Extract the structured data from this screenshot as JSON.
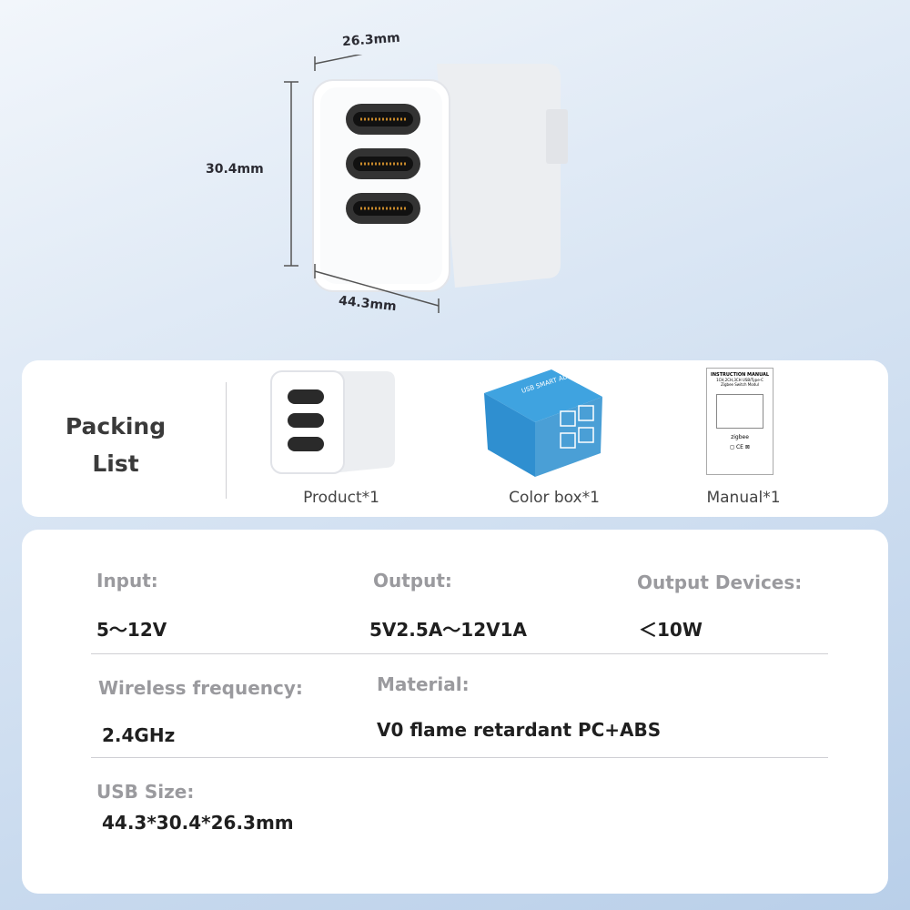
{
  "dimensions": {
    "width_label": "26.3mm",
    "height_label": "30.4mm",
    "depth_label": "44.3mm"
  },
  "packing": {
    "title_line1": "Packing",
    "title_line2": "List",
    "items": [
      {
        "caption": "Product*1"
      },
      {
        "caption": "Color box*1",
        "box_text": "USB SMART ADAPTER"
      },
      {
        "caption": "Manual*1",
        "manual_line1": "INSTRUCTION MANUAL",
        "manual_line2": "1CH,2CH,3CH USB/Type-C",
        "manual_line3": "Zigbee Switch Modul",
        "brand": "zigbee"
      }
    ]
  },
  "specs": {
    "input_label": "Input:",
    "input_value": "5～12V",
    "output_label": "Output:",
    "output_value": "5V2.5A～12V1A",
    "devices_label": "Output Devices:",
    "devices_value": "＜10W",
    "freq_label": "Wireless frequency:",
    "freq_value": "2.4GHz",
    "material_label": "Material:",
    "material_value": "V0 flame retardant PC+ABS",
    "size_label": "USB Size:",
    "size_value": "44.3*30.4*26.3mm"
  },
  "colors": {
    "box_blue": "#2f8fd0",
    "port_orange": "#c98a2b"
  }
}
